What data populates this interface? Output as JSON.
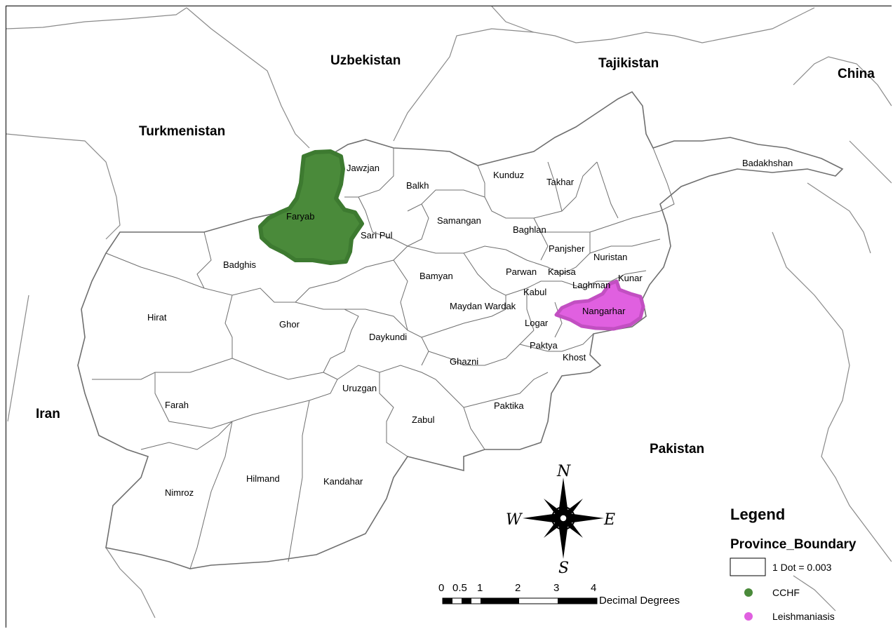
{
  "map": {
    "countries": {
      "uzbekistan": "Uzbekistan",
      "tajikistan": "Tajikistan",
      "china": "China",
      "turkmenistan": "Turkmenistan",
      "iran": "Iran",
      "pakistan": "Pakistan"
    },
    "provinces": {
      "jawzjan": "Jawzjan",
      "balkh": "Balkh",
      "kunduz": "Kunduz",
      "takhar": "Takhar",
      "badakhshan": "Badakhshan",
      "faryab": "Faryab",
      "samangan": "Samangan",
      "sari_pul": "Sari Pul",
      "baghlan": "Baghlan",
      "panjsher": "Panjsher",
      "nuristan": "Nuristan",
      "badghis": "Badghis",
      "parwan": "Parwan",
      "kapisa": "Kapisa",
      "kunar": "Kunar",
      "bamyan": "Bamyan",
      "laghman": "Laghman",
      "kabul": "Kabul",
      "nangarhar": "Nangarhar",
      "hirat": "Hirat",
      "maydan_wardak": "Maydan Wardak",
      "logar": "Logar",
      "ghor": "Ghor",
      "daykundi": "Daykundi",
      "paktya": "Paktya",
      "khost": "Khost",
      "ghazni": "Ghazni",
      "uruzgan": "Uruzgan",
      "farah": "Farah",
      "zabul": "Zabul",
      "paktika": "Paktika",
      "nimroz": "Nimroz",
      "hilmand": "Hilmand",
      "kandahar": "Kandahar"
    },
    "highlighted": {
      "cchf": [
        "Faryab"
      ],
      "leishmaniasis": [
        "Nangarhar"
      ]
    }
  },
  "compass": {
    "n": "N",
    "e": "E",
    "s": "S",
    "w": "W"
  },
  "scale": {
    "ticks": [
      "0",
      "0.5",
      "1",
      "2",
      "3",
      "4"
    ],
    "unit": "Decimal Degrees"
  },
  "legend": {
    "title": "Legend",
    "layer": "Province_Boundary",
    "dot_label": "1 Dot = 0.003",
    "items": [
      {
        "label": "CCHF",
        "color": "#4a8a3a"
      },
      {
        "label": "Leishmaniasis",
        "color": "#e060e0"
      }
    ]
  }
}
